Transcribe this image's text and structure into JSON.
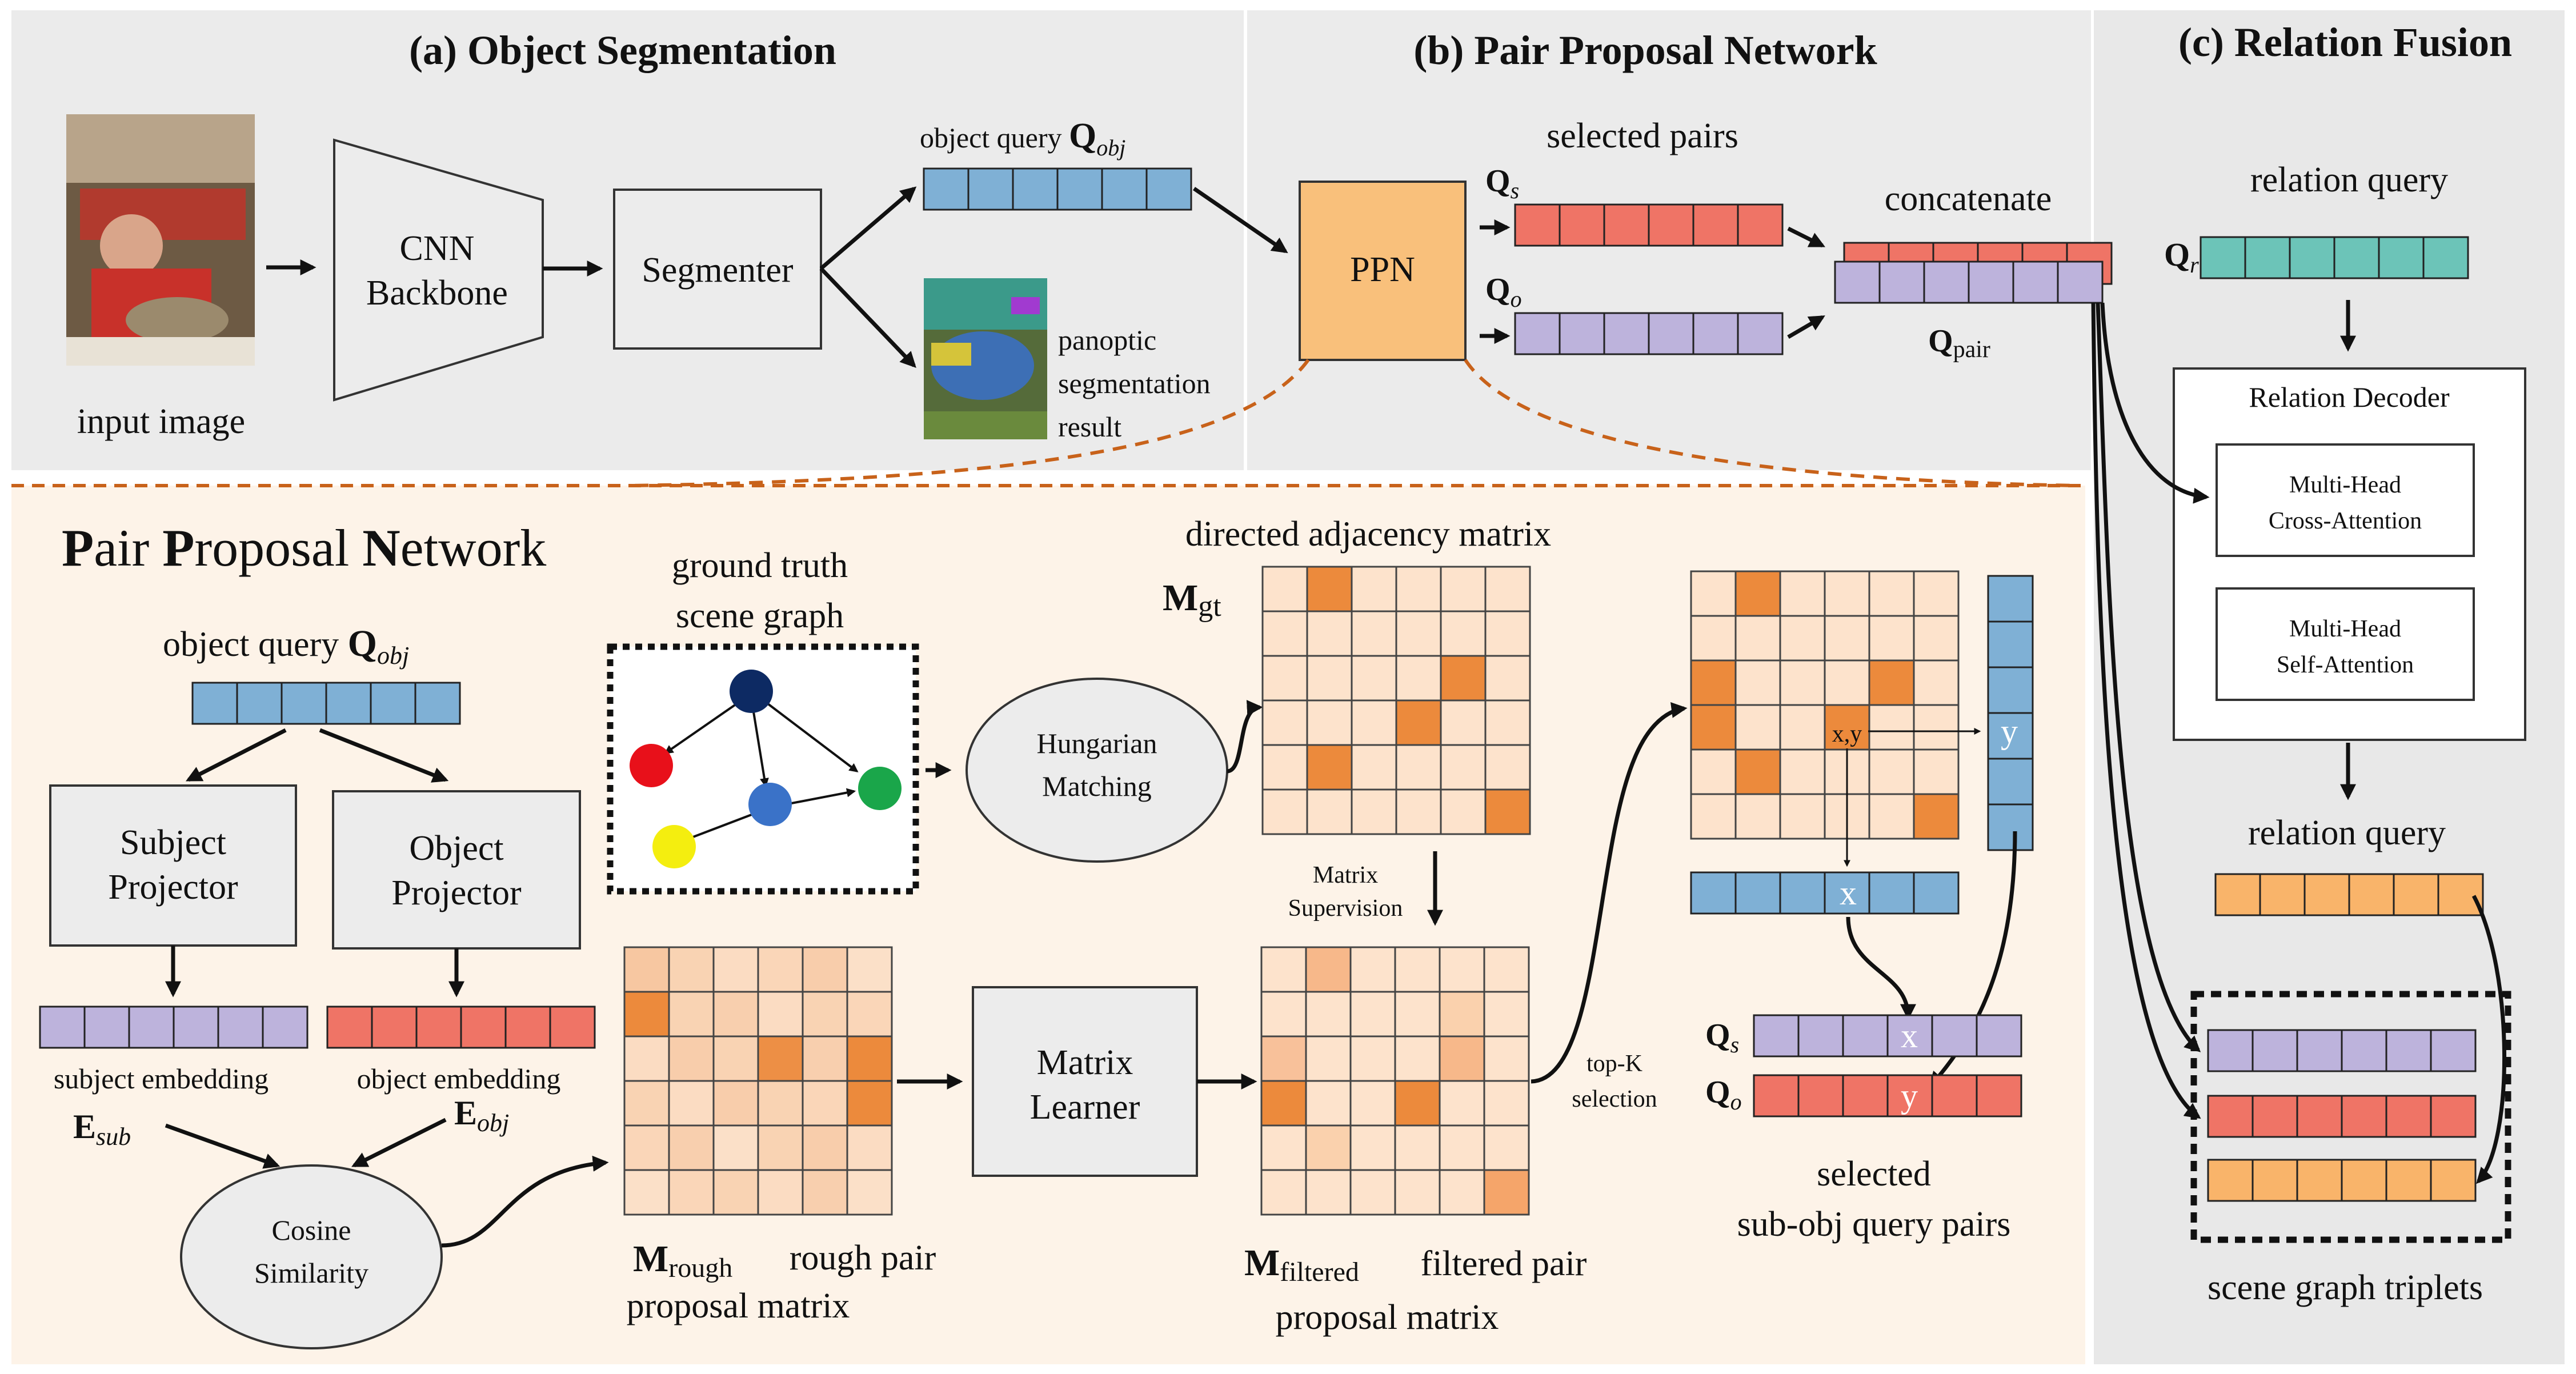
{
  "panels": {
    "a": {
      "title": "(a) Object Segmentation"
    },
    "b": {
      "title": "(b) Pair Proposal Network"
    },
    "c": {
      "title": "(c) Relation Fusion"
    }
  },
  "seg": {
    "input_image": "input image",
    "cnn_line1": "CNN",
    "cnn_line2": "Backbone",
    "segmenter": "Segmenter",
    "object_query": "object query ",
    "q_obj_sub": "obj",
    "panoptic_l1": "panoptic",
    "panoptic_l2": "segmentation",
    "panoptic_l3": "result"
  },
  "ppn": {
    "box": "PPN",
    "selected_pairs": "selected pairs",
    "concatenate": "concatenate",
    "qs_sub": "s",
    "qo_sub": "o",
    "qpair_sub": "pair"
  },
  "fusion": {
    "relation_query_top": "relation query",
    "qr_sub": "r",
    "decoder_title": "Relation Decoder",
    "cross_l1": "Multi-Head",
    "cross_l2": "Cross-Attention",
    "self_l1": "Multi-Head",
    "self_l2": "Self-Attention",
    "relation_query_bottom": "relation query",
    "triplets": "scene graph triplets"
  },
  "detail": {
    "title_P": "P",
    "title_air": "air ",
    "title_P2": "P",
    "title_roposal": "roposal ",
    "title_N": "N",
    "title_etwork": "etwork",
    "object_query": "object query ",
    "q_obj_sub": "obj",
    "subject_projector_l1": "Subject",
    "subject_projector_l2": "Projector",
    "object_projector_l1": "Object",
    "object_projector_l2": "Projector",
    "subject_embedding": "subject embedding",
    "object_embedding": "object embedding",
    "e_sub": "sub",
    "e_obj": "obj",
    "cosine_l1": "Cosine",
    "cosine_l2": "Similarity",
    "gt_l1": "ground truth",
    "gt_l2": "scene graph",
    "hungarian_l1": "Hungarian",
    "hungarian_l2": "Matching",
    "directed_adj": "directed adjacency matrix",
    "m_gt_sub": "gt",
    "matrix_sup_l1": "Matrix",
    "matrix_sup_l2": "Supervision",
    "matrix_learner_l1": "Matrix",
    "matrix_learner_l2": "Learner",
    "m_rough_sub": "rough",
    "rough_l1": "rough pair",
    "rough_l2": "proposal matrix",
    "m_filtered_sub": "filtered",
    "filtered_l1": "filtered pair",
    "filtered_l2": "proposal matrix",
    "topk_l1": "top-K",
    "topk_l2": "selection",
    "xy": "x,y",
    "x": "x",
    "y": "y",
    "selected_l1": "selected",
    "selected_l2": "sub-obj query pairs"
  },
  "colors": {
    "blue": "#7fb0d5",
    "red": "#ef7466",
    "purple": "#bdb3dc",
    "teal": "#6cc4b8",
    "orange_q": "#f9b46a",
    "ppn_box": "#f9c07b",
    "matrix_light": "#fde3cc",
    "matrix_dark": "#ec8a3c"
  },
  "graph_nodes": [
    "#0d2a63",
    "#e8101a",
    "#3a72c8",
    "#1aa64a",
    "#f4ee0f"
  ]
}
